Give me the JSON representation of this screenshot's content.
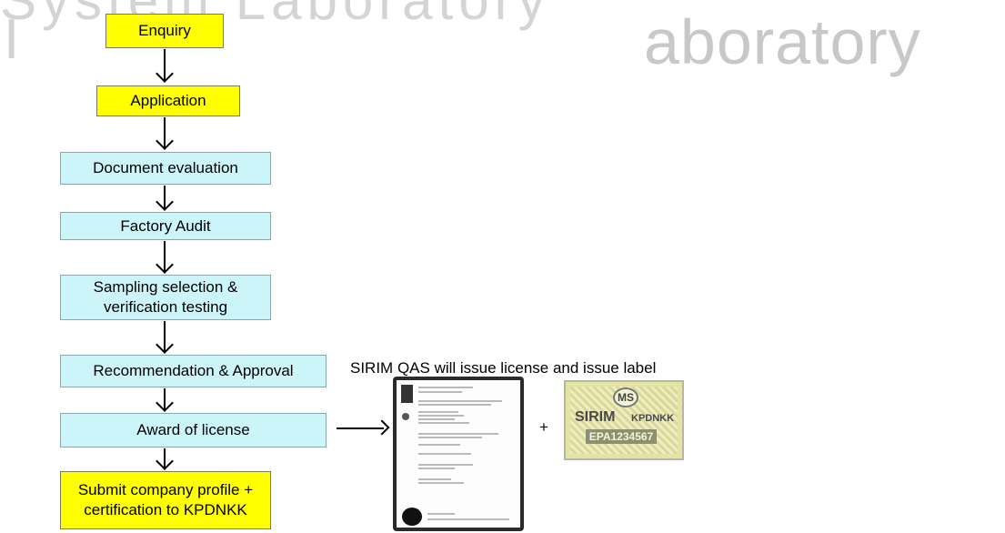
{
  "background": {
    "top_text": "System Laboratory",
    "lab_text": "aboratory",
    "i_text": "I"
  },
  "flow": {
    "steps": [
      {
        "label": "Enquiry",
        "color": "#ffff00"
      },
      {
        "label": "Application",
        "color": "#ffff00"
      },
      {
        "label": "Document evaluation",
        "color": "#ccf5f9"
      },
      {
        "label": "Factory Audit",
        "color": "#ccf5f9"
      },
      {
        "label": "Sampling selection &",
        "label2": "verification testing",
        "color": "#ccf5f9"
      },
      {
        "label": "Recommendation & Approval",
        "color": "#ccf5f9"
      },
      {
        "label": "Award of license",
        "color": "#ccf5f9"
      },
      {
        "label": "Submit company profile +",
        "label2": "certification to KPDNKK",
        "color": "#ffff00"
      }
    ]
  },
  "license": {
    "title": "SIRIM QAS will issue license and  issue label",
    "plus": "+",
    "label_ms": "MS",
    "label_sirim": "SIRIM",
    "label_kpdnkk": "KPDNKK",
    "label_code": "EPA1234567"
  }
}
